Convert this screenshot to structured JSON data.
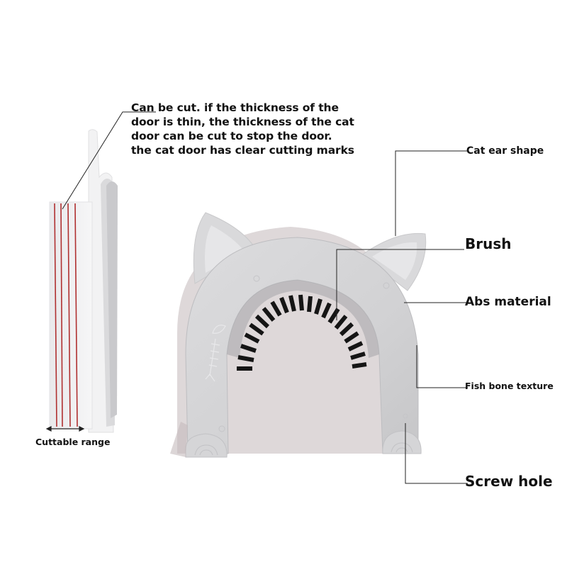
{
  "image": {
    "type": "product feature annotation",
    "product": "cat ear shaped cat door with brush",
    "background": "#ffffff",
    "product_color": "#d6d6d8",
    "brush_color": "#151515",
    "cut_mark_color": "#b03030",
    "leader_line_color": "#222222"
  },
  "description": {
    "text": "Can be cut. if the thickness of the\ndoor is thin, the thickness of the cat\ndoor can be cut to stop the door.\nthe cat door has clear cutting marks"
  },
  "labels": {
    "cuttable_range": "Cuttable range",
    "cat_ear_shape": "Cat ear shape",
    "brush": "Brush",
    "abs_material": "Abs material",
    "fish_bone_texture": "Fish bone texture",
    "screw_hole": "Screw hole"
  },
  "cut_marks": {
    "count": 4
  }
}
